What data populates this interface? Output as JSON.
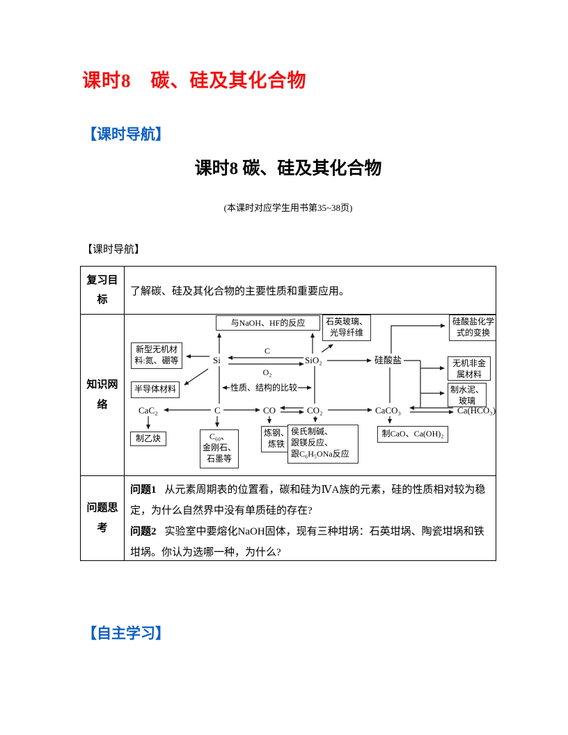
{
  "colors": {
    "title_red": "#f20d0d",
    "heading_blue": "#0e5fc2",
    "ink": "#000000"
  },
  "page": {
    "main_title": "课时8　碳、硅及其化合物",
    "nav_header_blue": "【课时导航】",
    "lesson_title": "课时8 碳、硅及其化合物",
    "lesson_subtitle": "(本课时对应学生用书第35~38页)",
    "nav_label_black": "【课时导航】",
    "self_study_header": "【自主学习】"
  },
  "table": {
    "rows": [
      {
        "header": "复习目标",
        "content": "了解碳、硅及其化合物的主要性质和重要应用。"
      },
      {
        "header": "知识网络"
      },
      {
        "header": "问题思考"
      }
    ]
  },
  "questions": [
    {
      "label": "问题1",
      "text": "从元素周期表的位置看，碳和硅为ⅣA族的元素，硅的性质相对较为稳定，为什么自然界中没有单质硅的存在?"
    },
    {
      "label": "问题2",
      "text": "实验室中要熔化NaOH固体，现有三种坩埚：石英坩埚、陶瓷坩埚和铁坩埚。你认为选哪一种，为什么?"
    }
  ],
  "diagram": {
    "nodes": {
      "si": "Si",
      "sio2": "SiO₂",
      "silicate": "硅酸盐",
      "c": "C",
      "co": "CO",
      "co2": "CO₂",
      "cac2": "CaC₂",
      "caco3": "CaCO₃",
      "cahco3": "Ca(HCO₃)₂"
    },
    "labels": {
      "c_reagent": "C",
      "o2_reagent": "O₂",
      "compare": "性质、结构的比较"
    },
    "boxes": {
      "naoh_hf": "与NaOH、HF的反应",
      "quartz": [
        "石英玻璃、",
        "光导纤维"
      ],
      "silicate_formula": [
        "硅酸盐化学",
        "式的变换"
      ],
      "new_inorganic": [
        "新型无机材",
        "料:氮、硼等"
      ],
      "semiconductor": "半导体材料",
      "inorganic_nonmetal": [
        "无机非金",
        "属材料"
      ],
      "cement_glass": [
        "制水泥、",
        "玻璃"
      ],
      "acetylene": "制乙炔",
      "c60": [
        "C₆₀、",
        "金刚石、",
        "石墨等"
      ],
      "steel_iron": [
        "炼钢、",
        "炼铁"
      ],
      "houshi": [
        "侯氏制碱、",
        "跟镁反应、",
        "跟C₆H₅ONa反应"
      ],
      "cao": "制CaO、Ca(OH)₂"
    }
  }
}
